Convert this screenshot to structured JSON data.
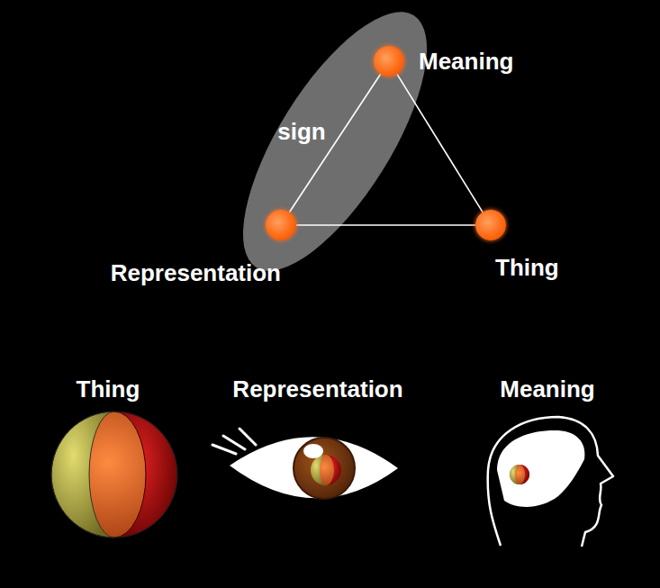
{
  "diagram": {
    "nodes": [
      {
        "text": [
          "Meaning"
        ]
      },
      {
        "text": [
          "Representation"
        ]
      },
      {
        "text": [
          "Thing"
        ]
      }
    ],
    "edges": [
      {
        "from": 0,
        "to": 1,
        "arrow": "none"
      },
      {
        "from": 1,
        "to": 2,
        "arrow": "none"
      },
      {
        "from": 2,
        "to": 0,
        "arrow": "none"
      }
    ],
    "labels": [
      "sign",
      "Thing",
      "Representation",
      "Meaning"
    ]
  }
}
